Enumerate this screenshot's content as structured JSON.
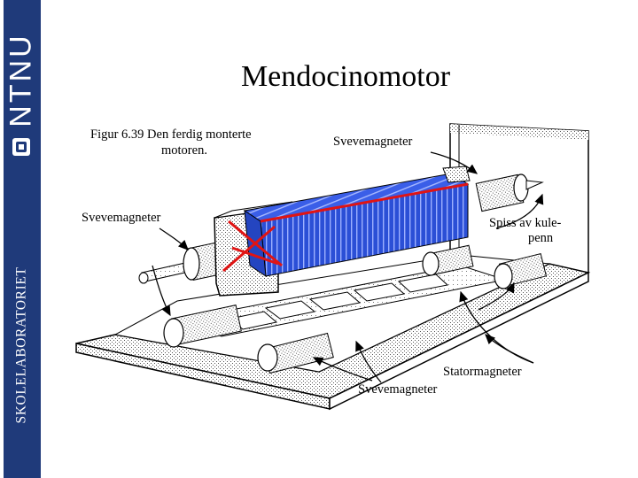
{
  "slide": {
    "title": "Mendocinomotor"
  },
  "sidebar": {
    "logo_text": "NTNU",
    "lab_name": "SKOLELABORATORIET",
    "color": "#1f3a7a"
  },
  "figure": {
    "caption_line1": "Figur 6.39 Den ferdig monterte",
    "caption_line2": "motoren.",
    "labels": {
      "levitation_top_right": "Svevemagneter",
      "levitation_left": "Svevemagneter",
      "pen_tip_line1": "Spiss av kule-",
      "pen_tip_line2": "penn",
      "stator": "Statormagneter",
      "levitation_bottom": "Svevemagneter"
    },
    "colors": {
      "rotor_blue": "#2b4fd6",
      "rotor_line": "#9db0ff",
      "highlight_red": "#e01414",
      "ink": "#000000"
    }
  }
}
